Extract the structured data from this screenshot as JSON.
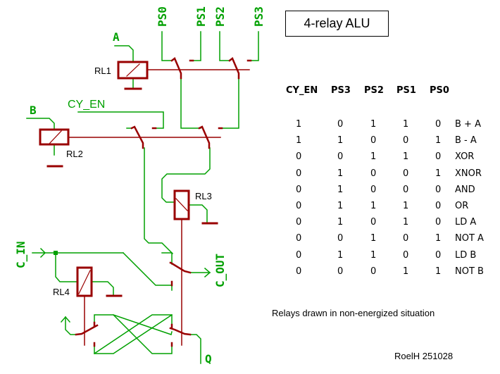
{
  "title": "4-relay ALU",
  "colors": {
    "wire": "#00a000",
    "relay": "#990000",
    "label_green": "#00a000",
    "text": "#000000"
  },
  "schematic": {
    "signals": {
      "ps0": "PS0",
      "ps1": "PS1",
      "ps2": "PS2",
      "ps3": "PS3",
      "a": "A",
      "b": "B",
      "cy_en": "CY_EN",
      "c_in": "C_IN",
      "c_out": "C_OUT",
      "q": "Q"
    },
    "relays": {
      "rl1": "RL1",
      "rl2": "RL2",
      "rl3": "RL3",
      "rl4": "RL4"
    }
  },
  "table": {
    "headers": [
      "CY_EN",
      "PS3",
      "PS2",
      "PS1",
      "PS0"
    ],
    "rows": [
      {
        "cy_en": "1",
        "ps3": "0",
        "ps2": "1",
        "ps1": "1",
        "ps0": "0",
        "op": "B + A"
      },
      {
        "cy_en": "1",
        "ps3": "1",
        "ps2": "0",
        "ps1": "0",
        "ps0": "1",
        "op": "B - A"
      },
      {
        "cy_en": "0",
        "ps3": "0",
        "ps2": "1",
        "ps1": "1",
        "ps0": "0",
        "op": "XOR"
      },
      {
        "cy_en": "0",
        "ps3": "1",
        "ps2": "0",
        "ps1": "0",
        "ps0": "1",
        "op": "XNOR"
      },
      {
        "cy_en": "0",
        "ps3": "1",
        "ps2": "0",
        "ps1": "0",
        "ps0": "0",
        "op": "AND"
      },
      {
        "cy_en": "0",
        "ps3": "1",
        "ps2": "1",
        "ps1": "1",
        "ps0": "0",
        "op": "OR"
      },
      {
        "cy_en": "0",
        "ps3": "1",
        "ps2": "0",
        "ps1": "1",
        "ps0": "0",
        "op": "LD A"
      },
      {
        "cy_en": "0",
        "ps3": "0",
        "ps2": "1",
        "ps1": "0",
        "ps0": "1",
        "op": "NOT A"
      },
      {
        "cy_en": "0",
        "ps3": "1",
        "ps2": "1",
        "ps1": "0",
        "ps0": "0",
        "op": "LD B"
      },
      {
        "cy_en": "0",
        "ps3": "0",
        "ps2": "0",
        "ps1": "1",
        "ps0": "1",
        "op": "NOT B"
      }
    ]
  },
  "note": "Relays drawn in non-energized situation",
  "signature": "RoelH 251028"
}
